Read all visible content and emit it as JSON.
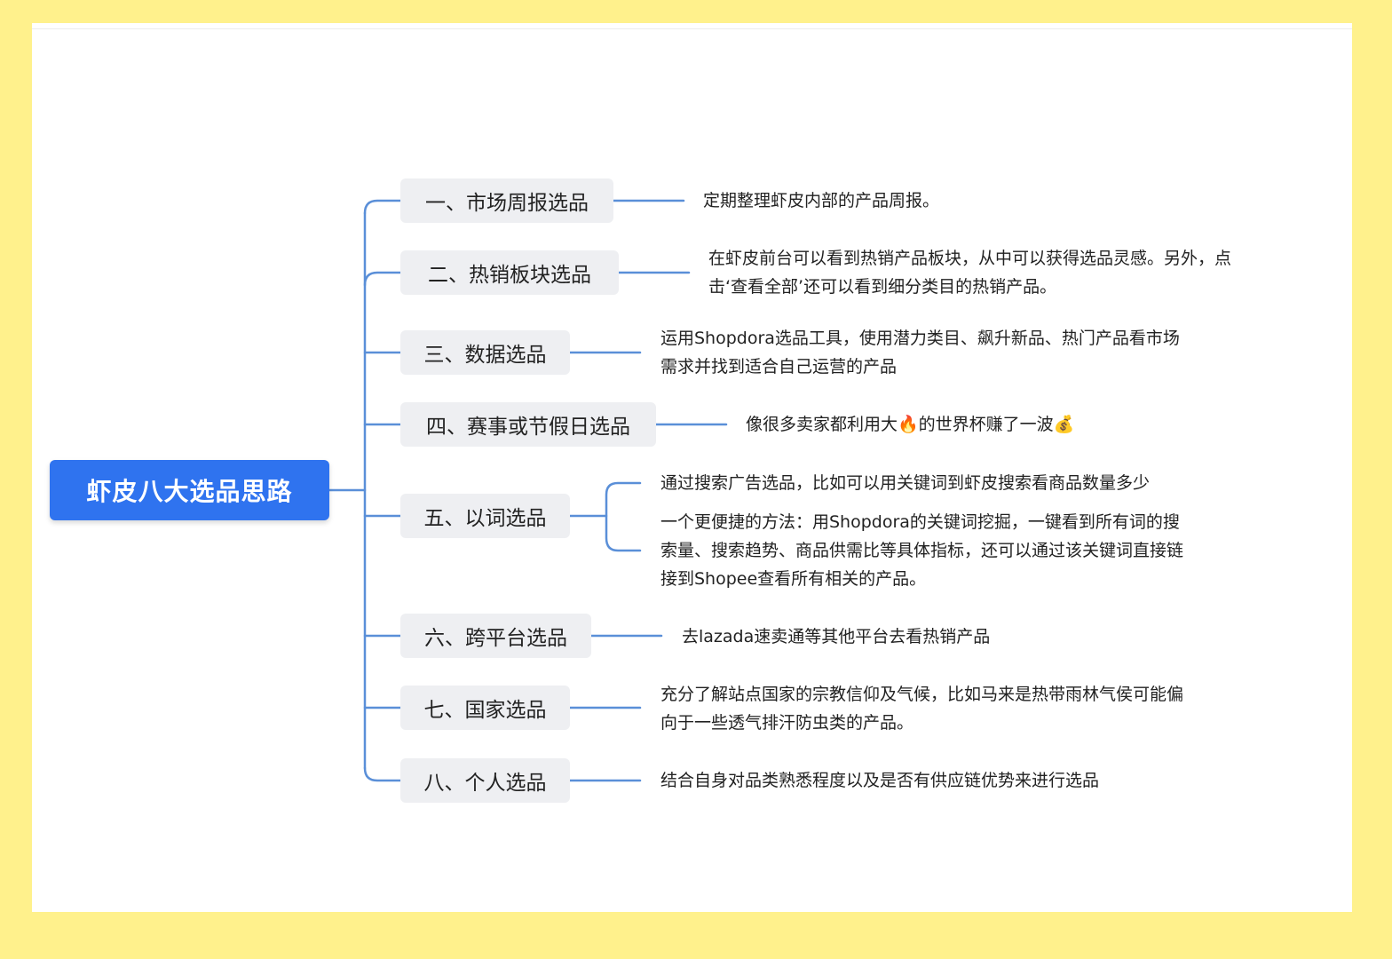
{
  "root": {
    "label": "虾皮八大选品思路"
  },
  "branches": [
    {
      "label": "一、市场周报选品",
      "details": [
        "定期整理虾皮内部的产品周报。"
      ]
    },
    {
      "label": "二、热销板块选品",
      "details": [
        "在虾皮前台可以看到热销产品板块，从中可以获得选品灵感。另外，点\n击‘查看全部’还可以看到细分类目的热销产品。"
      ]
    },
    {
      "label": "三、数据选品",
      "details": [
        "运用Shopdora选品工具，使用潜力类目、飙升新品、热门产品看市场\n需求并找到适合自己运营的产品"
      ]
    },
    {
      "label": "四、赛事或节假日选品",
      "details": [
        "像很多卖家都利用大🔥的世界杯赚了一波💰"
      ]
    },
    {
      "label": "五、以词选品",
      "details": [
        "通过搜索广告选品，比如可以用关键词到虾皮搜索看商品数量多少",
        "一个更便捷的方法：用Shopdora的关键词挖掘，一键看到所有词的搜\n索量、搜索趋势、商品供需比等具体指标，还可以通过该关键词直接链\n接到Shopee查看所有相关的产品。"
      ]
    },
    {
      "label": "六、跨平台选品",
      "details": [
        "去lazada速卖通等其他平台去看热销产品"
      ]
    },
    {
      "label": "七、国家选品",
      "details": [
        "充分了解站点国家的宗教信仰及气候，比如马来是热带雨林气侯可能偏\n向于一些透气排汗防虫类的产品。"
      ]
    },
    {
      "label": "八、个人选品",
      "details": [
        "结合自身对品类熟悉程度以及是否有供应链优势来进行选品"
      ]
    }
  ]
}
